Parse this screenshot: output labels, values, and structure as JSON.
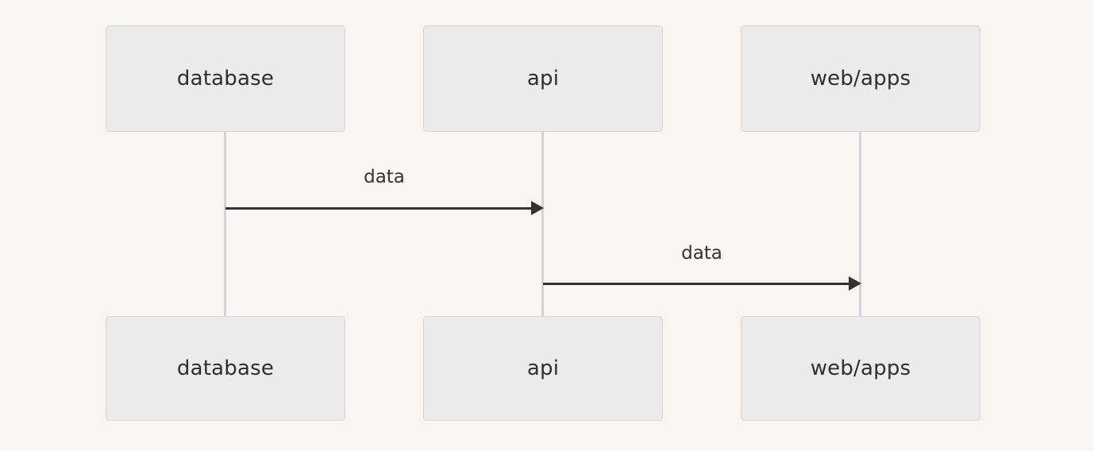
{
  "diagram": {
    "type": "sequence-diagram",
    "background_color": "#f7f6f2",
    "box_fill_color": "#ebebeb",
    "box_border_color": "#d4d4d4",
    "lifeline_color": "#d3d3d5",
    "arrow_color": "#333333",
    "participants": [
      {
        "id": "database",
        "label": "database"
      },
      {
        "id": "api",
        "label": "api"
      },
      {
        "id": "webapps",
        "label": "web/apps"
      }
    ],
    "messages": [
      {
        "label": "data",
        "from": "database",
        "to": "api"
      },
      {
        "label": "data",
        "from": "api",
        "to": "webapps"
      }
    ]
  }
}
